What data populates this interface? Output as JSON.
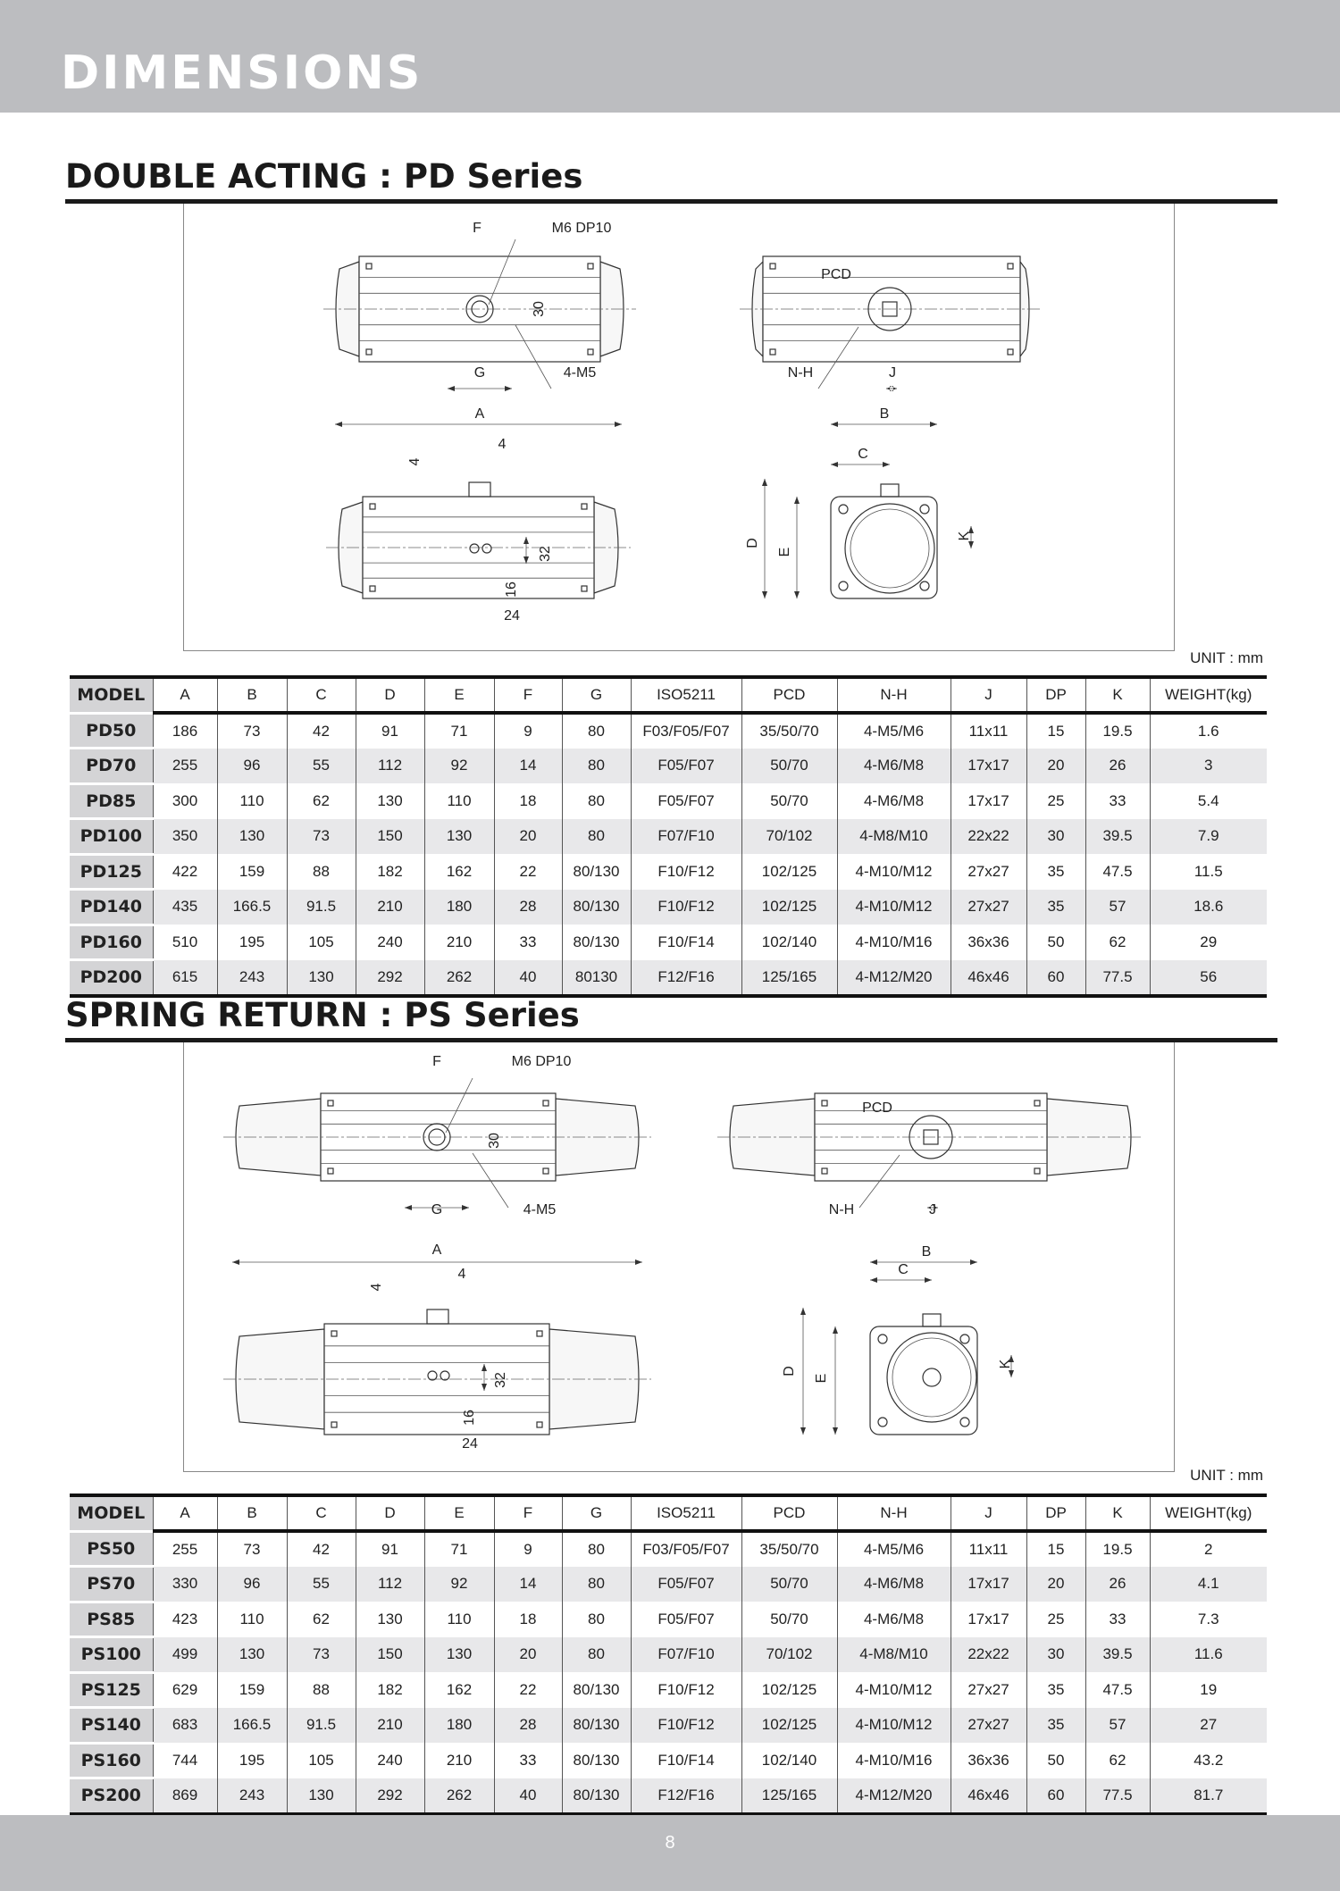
{
  "header": {
    "title": "DIMENSIONS"
  },
  "sections": [
    {
      "title": "DOUBLE ACTING : PD Series",
      "unit": "UNIT : mm",
      "drawing_labels": {
        "F": "F",
        "M6": "M6 DP10",
        "30": "30",
        "G": "G",
        "4M5": "4-M5",
        "PCD": "PCD",
        "NH": "N-H",
        "J": "J",
        "A": "A",
        "4a": "4",
        "4b": "4",
        "32": "32",
        "16": "16",
        "24": "24",
        "B": "B",
        "C": "C",
        "D": "D",
        "E": "E",
        "K": "K"
      },
      "columns": [
        "MODEL",
        "A",
        "B",
        "C",
        "D",
        "E",
        "F",
        "G",
        "ISO5211",
        "PCD",
        "N-H",
        "J",
        "DP",
        "K",
        "WEIGHT(kg)"
      ],
      "rows": [
        [
          "PD50",
          "186",
          "73",
          "42",
          "91",
          "71",
          "9",
          "80",
          "F03/F05/F07",
          "35/50/70",
          "4-M5/M6",
          "11x11",
          "15",
          "19.5",
          "1.6"
        ],
        [
          "PD70",
          "255",
          "96",
          "55",
          "112",
          "92",
          "14",
          "80",
          "F05/F07",
          "50/70",
          "4-M6/M8",
          "17x17",
          "20",
          "26",
          "3"
        ],
        [
          "PD85",
          "300",
          "110",
          "62",
          "130",
          "110",
          "18",
          "80",
          "F05/F07",
          "50/70",
          "4-M6/M8",
          "17x17",
          "25",
          "33",
          "5.4"
        ],
        [
          "PD100",
          "350",
          "130",
          "73",
          "150",
          "130",
          "20",
          "80",
          "F07/F10",
          "70/102",
          "4-M8/M10",
          "22x22",
          "30",
          "39.5",
          "7.9"
        ],
        [
          "PD125",
          "422",
          "159",
          "88",
          "182",
          "162",
          "22",
          "80/130",
          "F10/F12",
          "102/125",
          "4-M10/M12",
          "27x27",
          "35",
          "47.5",
          "11.5"
        ],
        [
          "PD140",
          "435",
          "166.5",
          "91.5",
          "210",
          "180",
          "28",
          "80/130",
          "F10/F12",
          "102/125",
          "4-M10/M12",
          "27x27",
          "35",
          "57",
          "18.6"
        ],
        [
          "PD160",
          "510",
          "195",
          "105",
          "240",
          "210",
          "33",
          "80/130",
          "F10/F14",
          "102/140",
          "4-M10/M16",
          "36x36",
          "50",
          "62",
          "29"
        ],
        [
          "PD200",
          "615",
          "243",
          "130",
          "292",
          "262",
          "40",
          "80130",
          "F12/F16",
          "125/165",
          "4-M12/M20",
          "46x46",
          "60",
          "77.5",
          "56"
        ]
      ]
    },
    {
      "title": "SPRING RETURN : PS Series",
      "unit": "UNIT : mm",
      "drawing_labels": {
        "F": "F",
        "M6": "M6 DP10",
        "30": "30",
        "G": "G",
        "4M5": "4-M5",
        "PCD": "PCD",
        "NH": "N-H",
        "J": "J",
        "A": "A",
        "4a": "4",
        "4b": "4",
        "32": "32",
        "16": "16",
        "24": "24",
        "B": "B",
        "C": "C",
        "D": "D",
        "E": "E",
        "K": "K"
      },
      "columns": [
        "MODEL",
        "A",
        "B",
        "C",
        "D",
        "E",
        "F",
        "G",
        "ISO5211",
        "PCD",
        "N-H",
        "J",
        "DP",
        "K",
        "WEIGHT(kg)"
      ],
      "rows": [
        [
          "PS50",
          "255",
          "73",
          "42",
          "91",
          "71",
          "9",
          "80",
          "F03/F05/F07",
          "35/50/70",
          "4-M5/M6",
          "11x11",
          "15",
          "19.5",
          "2"
        ],
        [
          "PS70",
          "330",
          "96",
          "55",
          "112",
          "92",
          "14",
          "80",
          "F05/F07",
          "50/70",
          "4-M6/M8",
          "17x17",
          "20",
          "26",
          "4.1"
        ],
        [
          "PS85",
          "423",
          "110",
          "62",
          "130",
          "110",
          "18",
          "80",
          "F05/F07",
          "50/70",
          "4-M6/M8",
          "17x17",
          "25",
          "33",
          "7.3"
        ],
        [
          "PS100",
          "499",
          "130",
          "73",
          "150",
          "130",
          "20",
          "80",
          "F07/F10",
          "70/102",
          "4-M8/M10",
          "22x22",
          "30",
          "39.5",
          "11.6"
        ],
        [
          "PS125",
          "629",
          "159",
          "88",
          "182",
          "162",
          "22",
          "80/130",
          "F10/F12",
          "102/125",
          "4-M10/M12",
          "27x27",
          "35",
          "47.5",
          "19"
        ],
        [
          "PS140",
          "683",
          "166.5",
          "91.5",
          "210",
          "180",
          "28",
          "80/130",
          "F10/F12",
          "102/125",
          "4-M10/M12",
          "27x27",
          "35",
          "57",
          "27"
        ],
        [
          "PS160",
          "744",
          "195",
          "105",
          "240",
          "210",
          "33",
          "80/130",
          "F10/F14",
          "102/140",
          "4-M10/M16",
          "36x36",
          "50",
          "62",
          "43.2"
        ],
        [
          "PS200",
          "869",
          "243",
          "130",
          "292",
          "262",
          "40",
          "80/130",
          "F12/F16",
          "125/165",
          "4-M12/M20",
          "46x46",
          "60",
          "77.5",
          "81.7"
        ]
      ]
    }
  ],
  "footer": {
    "page": "8"
  }
}
